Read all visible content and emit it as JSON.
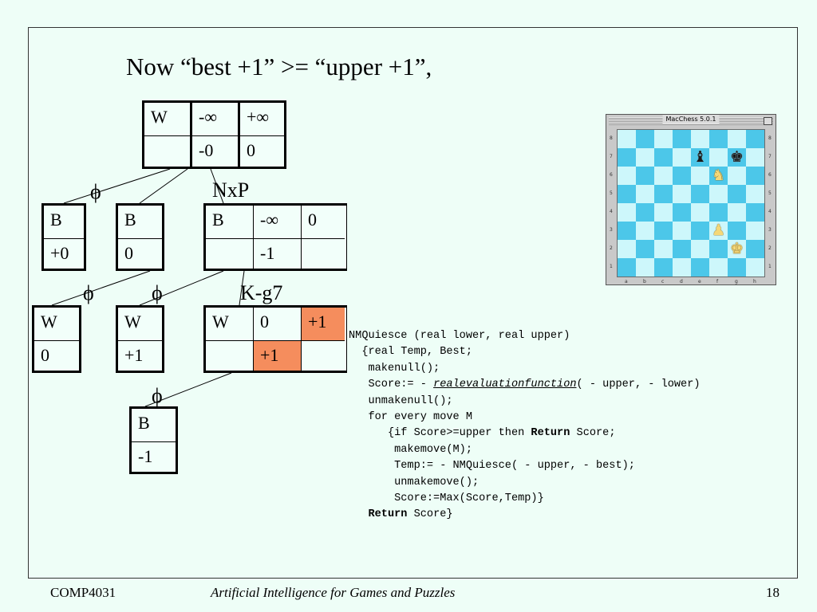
{
  "slide": {
    "title": "Now “best +1” >= “upper +1”,",
    "footer": {
      "course": "COMP4031",
      "subject": "Artificial Intelligence for Games and Puzzles",
      "page": "18"
    }
  },
  "tree": {
    "root": {
      "cells": [
        [
          "W",
          "-∞",
          "+∞"
        ],
        [
          "",
          "-0",
          "0"
        ]
      ]
    },
    "level1": [
      {
        "cells": [
          [
            "B"
          ],
          [
            "+0"
          ]
        ]
      },
      {
        "cells": [
          [
            "B"
          ],
          [
            "0"
          ]
        ]
      },
      {
        "cells": [
          [
            "B",
            "-∞",
            "0"
          ],
          [
            "",
            "-1",
            ""
          ]
        ]
      }
    ],
    "level2": [
      {
        "cells": [
          [
            "W"
          ],
          [
            "0"
          ]
        ]
      },
      {
        "cells": [
          [
            "W"
          ],
          [
            "+1"
          ]
        ]
      },
      {
        "cells": [
          [
            "W",
            "0",
            "+1"
          ],
          [
            "",
            "+1",
            ""
          ]
        ]
      }
    ],
    "level3": [
      {
        "cells": [
          [
            "B"
          ],
          [
            "-1"
          ]
        ]
      }
    ],
    "edge_labels": {
      "phi": "ϕ",
      "move1": "NxP",
      "move2": "K-g7"
    }
  },
  "code": {
    "lines": [
      "NMQuiesce (real lower, real upper)",
      "  {real Temp, Best;",
      "   makenull();",
      "   Score:= - ",
      "   unmakenull();",
      "   for every move M",
      "      {if Score>=upper then ",
      "       makemove(M);",
      "       Temp:= - NMQuiesce( - upper, - best);",
      "       unmakemove();",
      "       Score:=Max(Score,Temp)}",
      "   "
    ],
    "eval_fn": "realevaluationfunction",
    "eval_args": "( - upper, - lower)",
    "return_kw": "Return",
    "return_tail1": " Score;",
    "return_tail2": " Score}"
  },
  "chess_window": {
    "title": "MacChess 5.0.1",
    "files": [
      "a",
      "b",
      "c",
      "d",
      "e",
      "f",
      "g",
      "h"
    ],
    "ranks": [
      "8",
      "7",
      "6",
      "5",
      "4",
      "3",
      "2",
      "1"
    ],
    "pieces": [
      {
        "square": "e7",
        "color": "black",
        "piece": "bishop",
        "glyph": "♝"
      },
      {
        "square": "g7",
        "color": "black",
        "piece": "king",
        "glyph": "♚"
      },
      {
        "square": "f6",
        "color": "white",
        "piece": "knight",
        "glyph": "♞"
      },
      {
        "square": "f3",
        "color": "white",
        "piece": "pawn",
        "glyph": "♟"
      },
      {
        "square": "g2",
        "color": "white",
        "piece": "king",
        "glyph": "♚"
      }
    ],
    "colors": {
      "light_square": "#cdf7fb",
      "dark_square": "#4cc7e9"
    }
  },
  "colors": {
    "background": "#eefef7",
    "highlight": "#f58d5d"
  }
}
